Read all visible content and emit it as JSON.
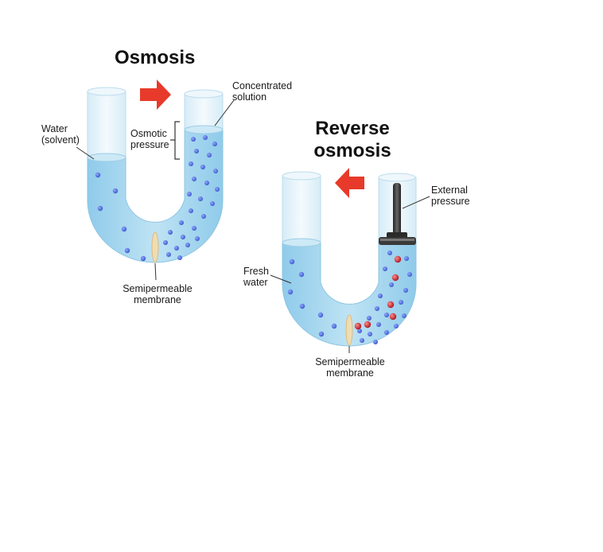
{
  "osmosis": {
    "title": "Osmosis",
    "label_water_line1": "Water",
    "label_water_line2": "(solvent)",
    "label_concentrated_line1": "Concentrated",
    "label_concentrated_line2": "solution",
    "label_osmotic_line1": "Osmotic",
    "label_osmotic_line2": "pressure",
    "label_membrane_line1": "Semipermeable",
    "label_membrane_line2": "membrane"
  },
  "reverse_osmosis": {
    "title_line1": "Reverse",
    "title_line2": "osmosis",
    "label_external_line1": "External",
    "label_external_line2": "pressure",
    "label_fresh_line1": "Fresh",
    "label_fresh_line2": "water",
    "label_membrane_line1": "Semipermeable",
    "label_membrane_line2": "membrane"
  },
  "colors": {
    "water": "#a9d8ef",
    "water_dark": "#7cc0e2",
    "tube_glass": "#e6f3fa",
    "solvent_dot": "#4a6ad8",
    "solute_dot": "#c8202a",
    "arrow": "#e83a2a",
    "membrane": "#f1dcb0"
  }
}
